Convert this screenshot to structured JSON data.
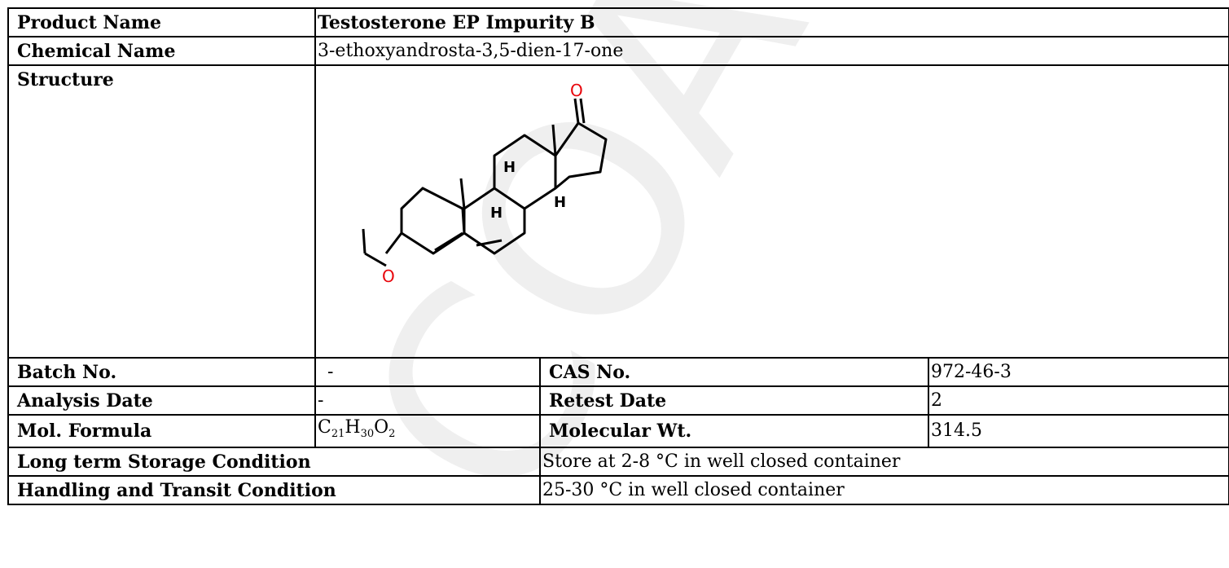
{
  "rows": {
    "product_name": {
      "label": "Product Name",
      "value": "Testosterone EP Impurity B"
    },
    "chemical_name": {
      "label": "Chemical Name",
      "value": "3-ethoxyandrosta-3,5-dien-17-one"
    },
    "structure": {
      "label": "Structure",
      "atoms": {
        "oxygen_top": "O",
        "oxygen_ether": "O",
        "h1": "H",
        "h2": "H",
        "h3": "H"
      }
    },
    "batch": {
      "label": "Batch No.",
      "value": "-",
      "label2": "CAS No.",
      "value2": "972-46-3"
    },
    "analysis": {
      "label": "Analysis Date",
      "value": "-",
      "label2": "Retest Date",
      "value2": "2"
    },
    "formula": {
      "label": "Mol. Formula",
      "value_parts": [
        "C",
        "21",
        "H",
        "30",
        "O",
        "2"
      ],
      "label2": "Molecular Wt.",
      "value2": "314.5"
    },
    "storage": {
      "label": "Long term Storage Condition",
      "value": "Store at 2-8 °C in well closed container"
    },
    "handling": {
      "label": "Handling and Transit Condition",
      "value": "25-30 °C in well closed container"
    }
  },
  "watermark": {
    "text": "COA",
    "color": "#f2f2f2"
  },
  "colors": {
    "oxygen": "#e8060c",
    "bond": "#000000",
    "border": "#000000"
  }
}
